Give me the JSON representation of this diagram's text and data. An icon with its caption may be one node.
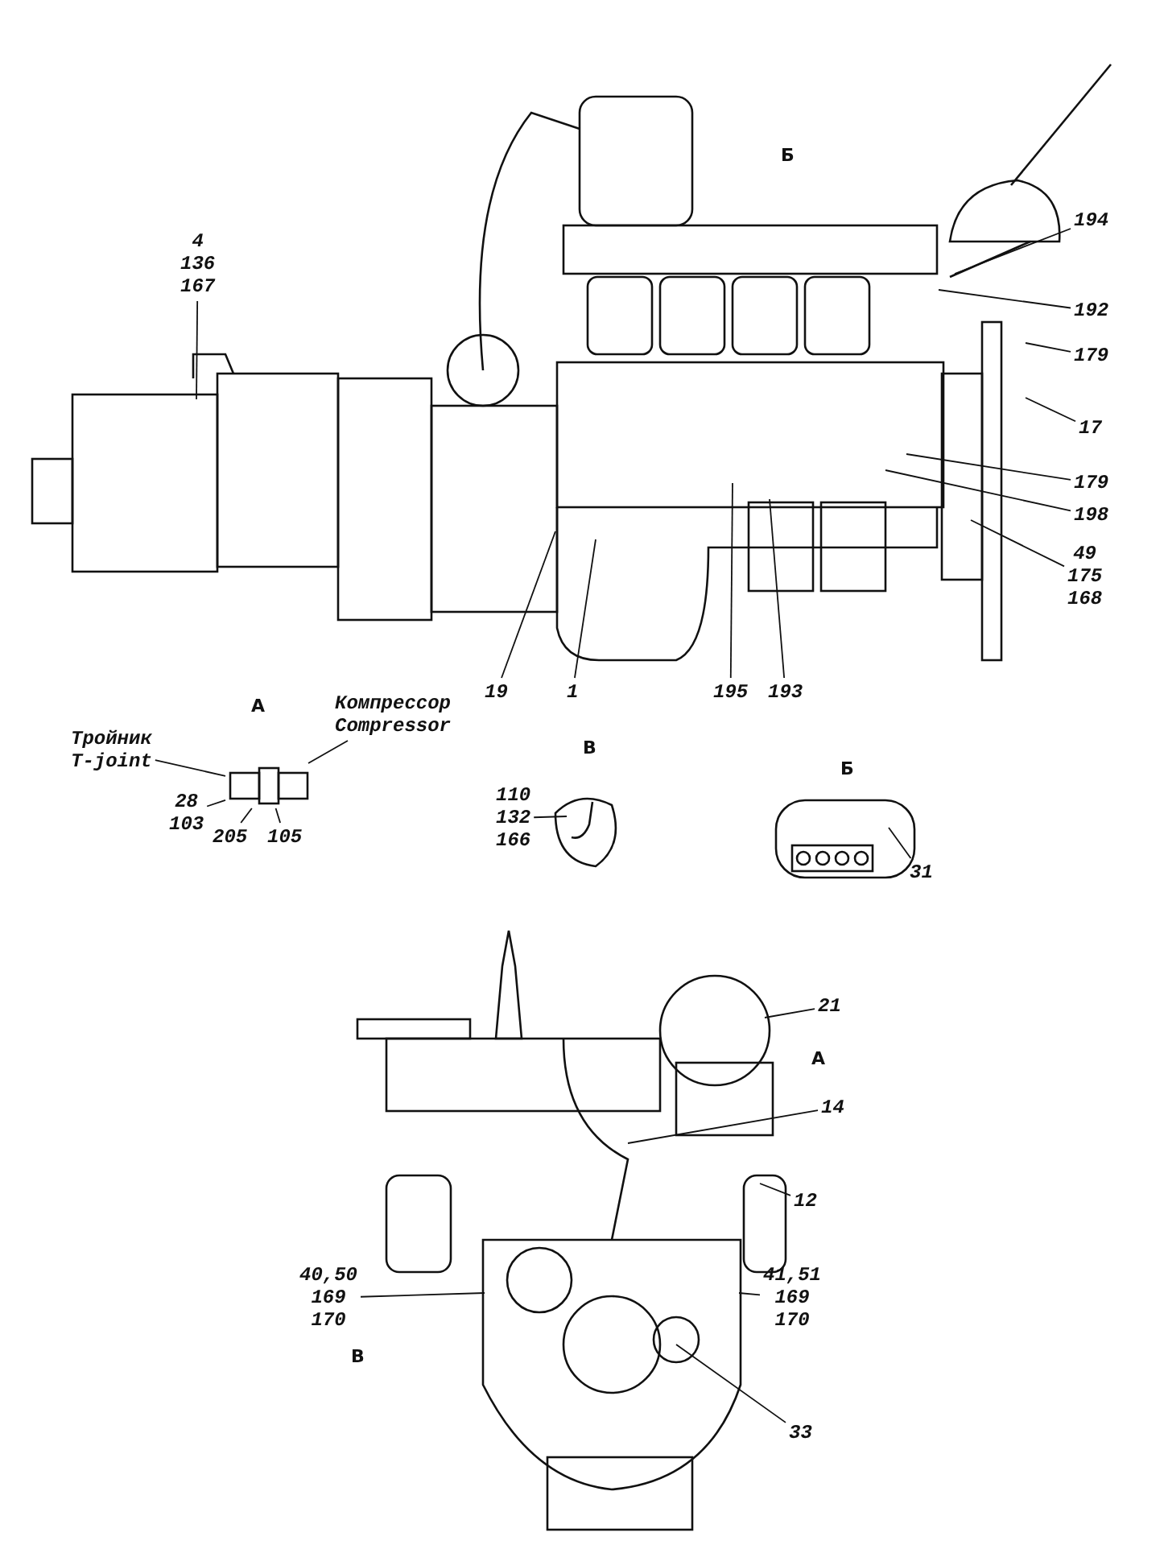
{
  "diagram": {
    "nodes": [
      {
        "text": [
          "4",
          "136",
          "167"
        ]
      },
      {
        "text": [
          "194"
        ]
      },
      {
        "text": [
          "192"
        ]
      },
      {
        "text": [
          "179"
        ]
      },
      {
        "text": [
          "17"
        ]
      },
      {
        "text": [
          "179"
        ]
      },
      {
        "text": [
          "198"
        ]
      },
      {
        "text": [
          "49",
          "175",
          "168"
        ]
      },
      {
        "text": [
          "19"
        ]
      },
      {
        "text": [
          "1"
        ]
      },
      {
        "text": [
          "195"
        ]
      },
      {
        "text": [
          "193"
        ]
      },
      {
        "text": [
          "Тройник",
          "T-joint"
        ]
      },
      {
        "text": [
          "Компрессор",
          "Compressor"
        ]
      },
      {
        "text": [
          "28",
          "103"
        ]
      },
      {
        "text": [
          "205"
        ]
      },
      {
        "text": [
          "105"
        ]
      },
      {
        "text": [
          "110",
          "132",
          "166"
        ]
      },
      {
        "text": [
          "31"
        ]
      },
      {
        "text": [
          "21"
        ]
      },
      {
        "text": [
          "14"
        ]
      },
      {
        "text": [
          "12"
        ]
      },
      {
        "text": [
          "40,50",
          "169",
          "170"
        ]
      },
      {
        "text": [
          "41,51",
          "169",
          "170"
        ]
      },
      {
        "text": [
          "33"
        ]
      },
      {
        "text": [],
        "shape": "picture"
      }
    ],
    "edges": [
      {
        "from": 0,
        "to": null,
        "arrow": "none"
      },
      {
        "from": 1,
        "to": null,
        "arrow": "none"
      },
      {
        "from": 2,
        "to": null,
        "arrow": "none"
      },
      {
        "from": 3,
        "to": null,
        "arrow": "none"
      },
      {
        "from": 4,
        "to": null,
        "arrow": "none"
      },
      {
        "from": 5,
        "to": null,
        "arrow": "none"
      },
      {
        "from": 6,
        "to": null,
        "arrow": "none"
      },
      {
        "from": 7,
        "to": null,
        "arrow": "none"
      },
      {
        "from": 8,
        "to": null,
        "arrow": "none"
      },
      {
        "from": 9,
        "to": null,
        "arrow": "none"
      },
      {
        "from": 10,
        "to": null,
        "arrow": "none"
      },
      {
        "from": 11,
        "to": null,
        "arrow": "none"
      },
      {
        "from": 12,
        "to": 25,
        "arrow": "none"
      },
      {
        "from": 13,
        "to": 25,
        "arrow": "none"
      },
      {
        "from": 14,
        "to": 25,
        "arrow": "none"
      },
      {
        "from": 15,
        "to": 25,
        "arrow": "none"
      },
      {
        "from": 16,
        "to": 25,
        "arrow": "none"
      },
      {
        "from": 17,
        "to": null,
        "arrow": "none"
      },
      {
        "from": 18,
        "to": null,
        "arrow": "none"
      },
      {
        "from": 19,
        "to": null,
        "arrow": "none"
      },
      {
        "from": 20,
        "to": null,
        "arrow": "none"
      },
      {
        "from": 21,
        "to": null,
        "arrow": "none"
      },
      {
        "from": 22,
        "to": null,
        "arrow": "none"
      },
      {
        "from": 23,
        "to": null,
        "arrow": "none"
      },
      {
        "from": 24,
        "to": null,
        "arrow": "none"
      }
    ],
    "labels": [
      "Б",
      "А",
      "В",
      "Б",
      "А",
      "В"
    ]
  }
}
